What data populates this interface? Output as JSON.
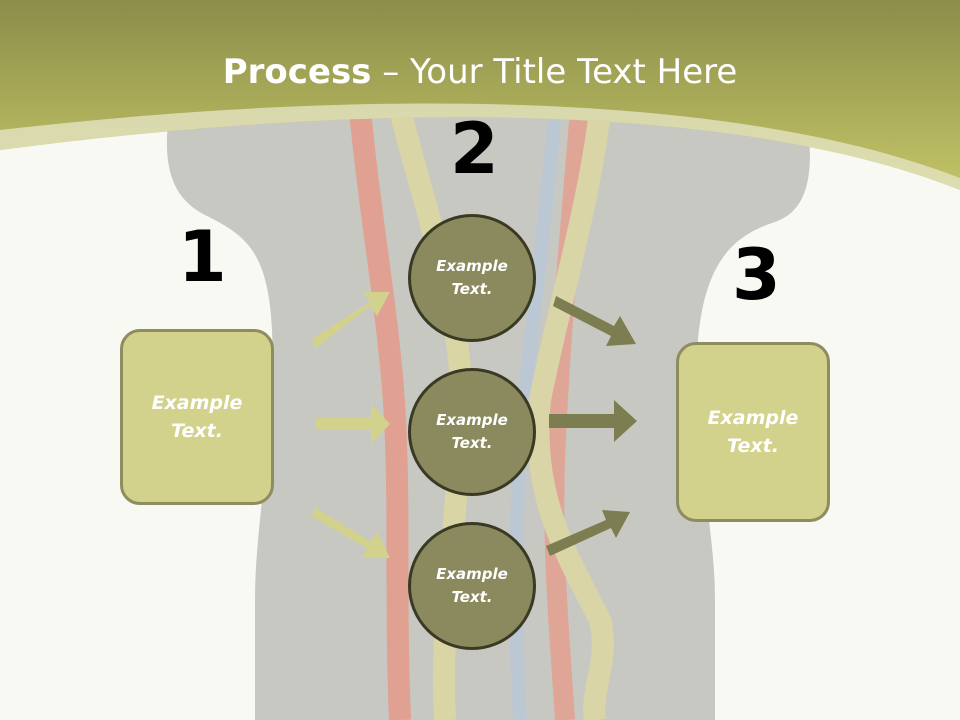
{
  "title": {
    "bold": "Process",
    "rest": " – Your Title Text Here"
  },
  "steps": [
    {
      "number": "1",
      "text": "Example\nText."
    },
    {
      "number": "2",
      "text": "Example\nText."
    },
    {
      "number": "3",
      "text": "Example\nText."
    }
  ],
  "circles": [
    {
      "text": "Example\nText."
    },
    {
      "text": "Example\nText."
    },
    {
      "text": "Example\nText."
    }
  ],
  "colors": {
    "header": "#b9bb5b",
    "box_fill": "#d2d28c",
    "circle_fill": "#8a8a5e",
    "arrow_light": "#d2d28c",
    "arrow_dark": "#7d7d52"
  }
}
